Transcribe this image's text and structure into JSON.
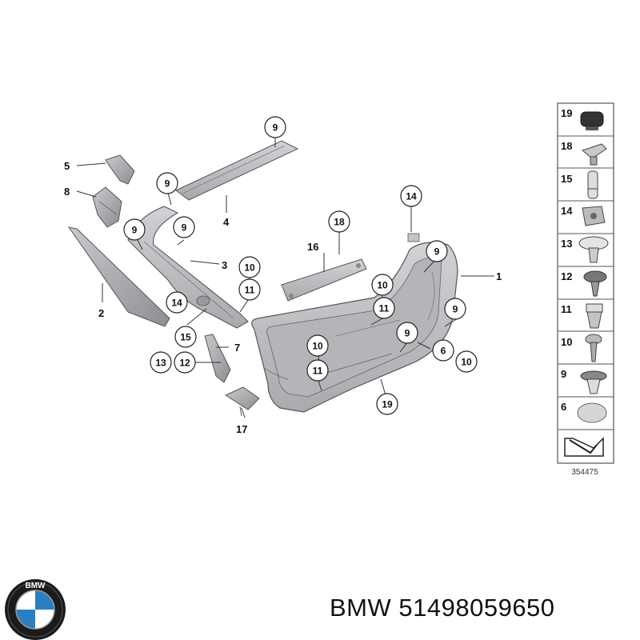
{
  "callouts": {
    "c1": "1",
    "c2": "2",
    "c3": "3",
    "c4": "4",
    "c5": "5",
    "c6": "6",
    "c7": "7",
    "c8": "8",
    "c9a": "9",
    "c9b": "9",
    "c9c": "9",
    "c9d": "9",
    "c9e": "9",
    "c9f": "9",
    "c9g": "9",
    "c10a": "10",
    "c10b": "10",
    "c10c": "10",
    "c10d": "10",
    "c11a": "11",
    "c11b": "11",
    "c11c": "11",
    "c12": "12",
    "c13": "13",
    "c14a": "14",
    "c14b": "14",
    "c15": "15",
    "c16": "16",
    "c17": "17",
    "c18": "18",
    "c19": "19"
  },
  "side_panel": {
    "items": [
      "19",
      "18",
      "15",
      "14",
      "13",
      "12",
      "11",
      "10",
      "9",
      "6"
    ],
    "reference": "354475"
  },
  "logo_text": "BMW",
  "footer": {
    "brand": "BMW",
    "part_number": "51498059650"
  }
}
